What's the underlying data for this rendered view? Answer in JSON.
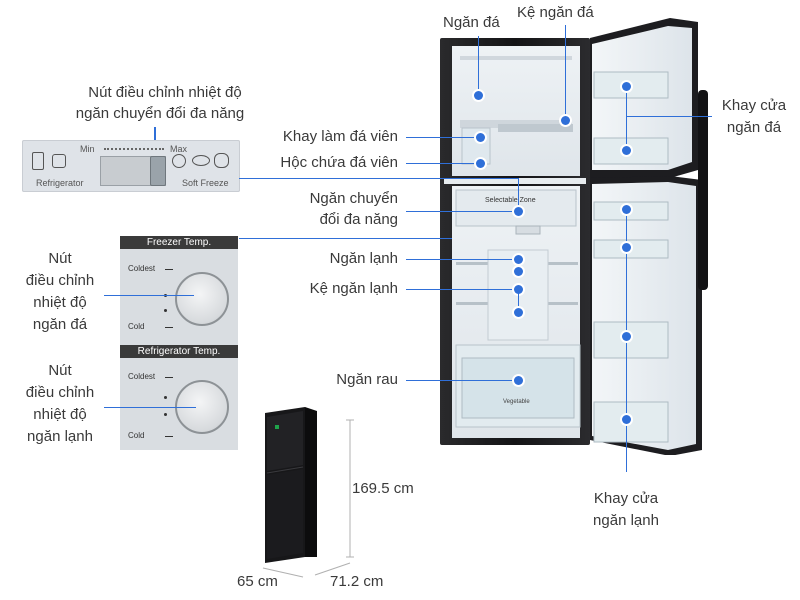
{
  "labels": {
    "ngan_da": "Ngăn đá",
    "ke_ngan_da": "Kệ ngăn đá",
    "khay_cua_ngan_da_1": "Khay cửa",
    "khay_cua_ngan_da_2": "ngăn đá",
    "nut_chuyen_doi_1": "Nút điều chỉnh nhiệt độ",
    "nut_chuyen_doi_2": "ngăn chuyển đổi đa năng",
    "khay_lam_da": "Khay làm đá viên",
    "hoc_chua_da": "Hộc chứa đá viên",
    "ngan_chuyen_doi_1": "Ngăn chuyển",
    "ngan_chuyen_doi_2": "đổi đa năng",
    "ngan_lanh": "Ngăn lạnh",
    "ke_ngan_lanh": "Kệ ngăn lạnh",
    "ngan_rau": "Ngăn rau",
    "nut_ngan_da_1": "Nút",
    "nut_ngan_da_2": "điều chỉnh",
    "nut_ngan_da_3": "nhiệt độ",
    "nut_ngan_da_4": "ngăn đá",
    "nut_ngan_lanh_1": "Nút",
    "nut_ngan_lanh_2": "điều chỉnh",
    "nut_ngan_lanh_3": "nhiệt độ",
    "nut_ngan_lanh_4": "ngăn lạnh",
    "khay_cua_ngan_lanh_1": "Khay cửa",
    "khay_cua_ngan_lanh_2": "ngăn lạnh"
  },
  "control_panel": {
    "min": "Min",
    "max": "Max",
    "refrigerator": "Refrigerator",
    "soft_freeze": "Soft Freeze"
  },
  "freezer_dial": {
    "title": "Freezer Temp.",
    "coldest": "Coldest",
    "cold": "Cold"
  },
  "fridge_dial": {
    "title": "Refrigerator Temp.",
    "coldest": "Coldest",
    "cold": "Cold"
  },
  "interior_text": {
    "selectable_zone": "Selectable Zone",
    "vegetable": "Vegetable"
  },
  "dimensions": {
    "height": "169.5 cm",
    "depth": "65 cm",
    "width": "71.2 cm"
  },
  "colors": {
    "accent": "#2f6fd8",
    "fridge_body": "#1c1c1e",
    "door_liner": "#e8eef2"
  }
}
